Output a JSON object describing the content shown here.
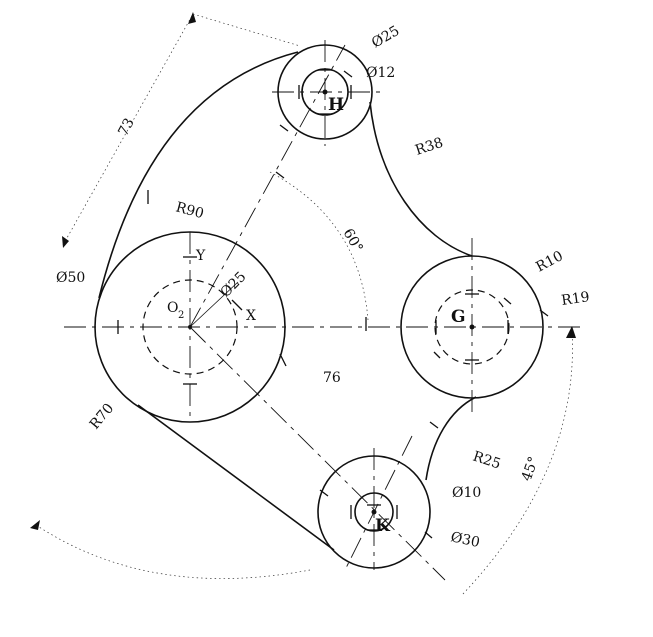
{
  "labels": {
    "center_h": "H",
    "center_g": "G",
    "center_k": "K",
    "origin": "O",
    "origin_sub": "2",
    "axis_x": "X",
    "axis_y": "Y",
    "dim_73": "73",
    "dim_r90": "R90",
    "dim_o50": "Ø50",
    "dim_o25_mid": "Ø25",
    "dim_r70": "R70",
    "dim_76": "76",
    "dim_60deg": "60°",
    "dim_o25_top": "Ø25",
    "dim_o12": "Ø12",
    "dim_r38": "R38",
    "dim_r10": "R10",
    "dim_r19": "R19",
    "dim_r25": "R25",
    "dim_45deg": "45°",
    "dim_o10": "Ø10",
    "dim_o30": "Ø30"
  }
}
